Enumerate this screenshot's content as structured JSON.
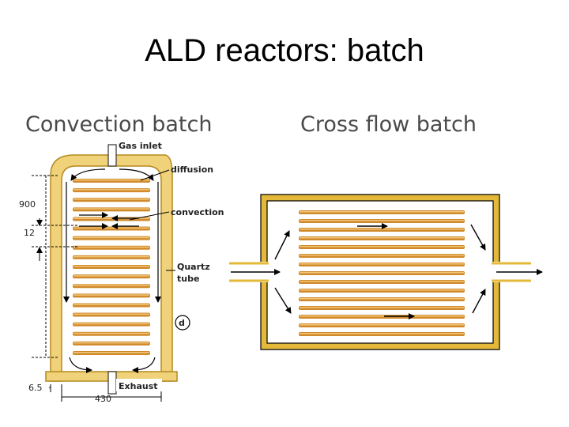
{
  "title": "ALD reactors: batch",
  "left_panel": {
    "heading": "Convection batch",
    "labels": {
      "gas_inlet": "Gas inlet",
      "diffusion": "diffusion",
      "convection": "convection",
      "quartz_tube_line1": "Quartz",
      "quartz_tube_line2": "tube",
      "d_marker": "d",
      "exhaust": "Exhaust",
      "dim_height": "900",
      "dim_gap": "12",
      "dim_wall": "6.5",
      "dim_width": "430"
    },
    "wafer_count": 19
  },
  "right_panel": {
    "heading": "Cross flow batch",
    "wafer_count": 15
  },
  "colors": {
    "wafer": "#d08a2c",
    "wafer_highlight": "#f2c578",
    "vessel": "#e4b93a",
    "vessel_fill": "#fdf3c8",
    "arrow": "#000000"
  }
}
